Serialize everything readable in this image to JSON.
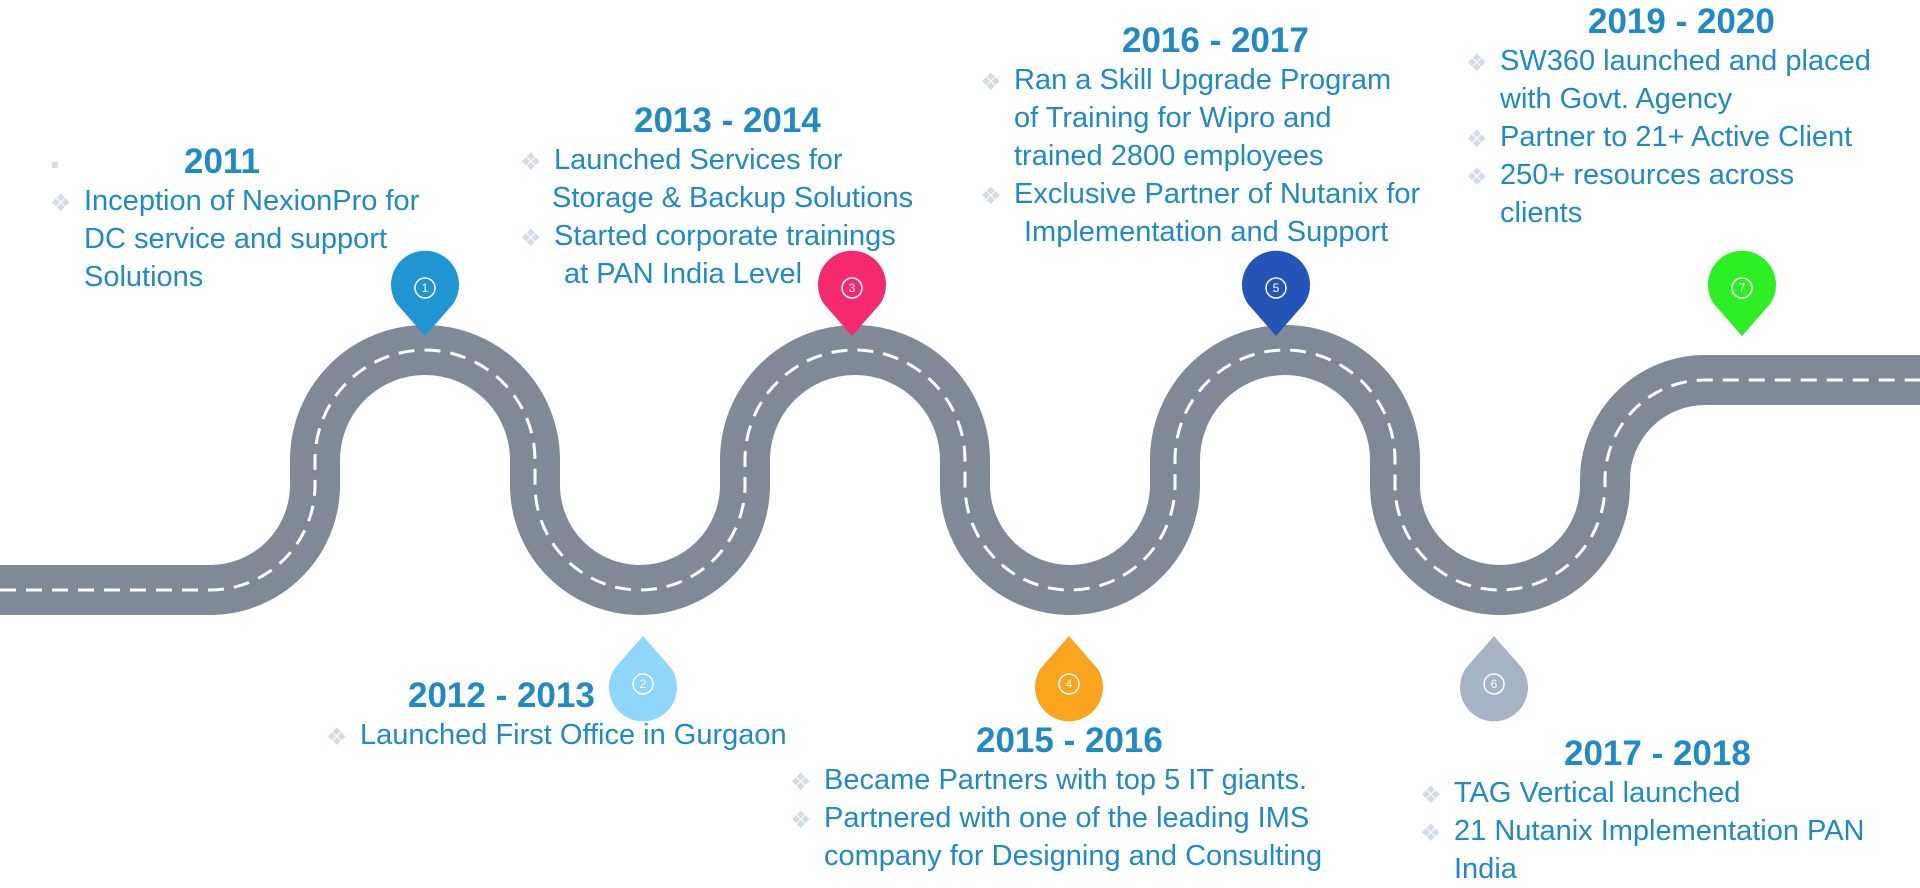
{
  "colors": {
    "road": "#7f8a96",
    "dash": "#ffffff",
    "text": "#1f8ac6",
    "bullet": "#d2dbe6"
  },
  "milestones": [
    {
      "number": "1",
      "year": "2011",
      "color": "#1f95d2",
      "items": [
        "Inception of NexionPro for",
        "DC service and support",
        "Solutions"
      ]
    },
    {
      "number": "2",
      "year": "2012 - 2013",
      "color": "#8fd6fb",
      "items": [
        "Launched First Office in Gurgaon"
      ]
    },
    {
      "number": "3",
      "year": "2013 - 2014",
      "color": "#f52a6e",
      "items": [
        "Launched Services for",
        "Storage & Backup Solutions",
        "Started corporate trainings",
        "at PAN India Level"
      ]
    },
    {
      "number": "4",
      "year": "2015 - 2016",
      "color": "#fba51e",
      "items": [
        "Became Partners with top 5 IT giants.",
        "Partnered with one of the leading IMS",
        "company for Designing and Consulting"
      ]
    },
    {
      "number": "5",
      "year": "2016 - 2017",
      "color": "#2554b8",
      "items": [
        "Ran a Skill Upgrade Program",
        "of Training for Wipro and",
        "trained 2800 employees",
        "Exclusive Partner of Nutanix for",
        "Implementation and Support"
      ]
    },
    {
      "number": "6",
      "year": "2017 - 2018",
      "color": "#a5b3c4",
      "items": [
        "TAG Vertical launched",
        "21 Nutanix Implementation PAN",
        "India"
      ]
    },
    {
      "number": "7",
      "year": "2019 - 2020",
      "color": "#2cf024",
      "items": [
        "SW360 launched and placed",
        "with Govt. Agency",
        "Partner to 21+ Active Client",
        "250+ resources across",
        "clients"
      ]
    }
  ]
}
